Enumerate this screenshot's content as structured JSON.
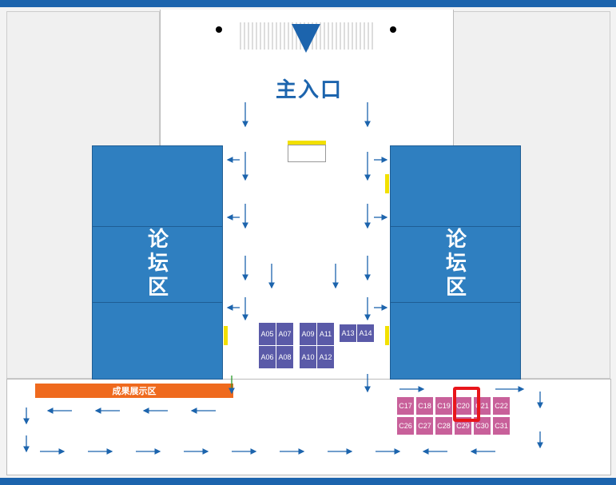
{
  "entrance_label": "主入口",
  "forums": [
    {
      "label": "论坛区"
    },
    {
      "label": "论坛区"
    }
  ],
  "exhibit_area_label": "成果展示区",
  "booths_a": [
    "A05",
    "A06",
    "A07",
    "A08",
    "A09",
    "A10",
    "A11",
    "A12",
    "A13",
    "A14"
  ],
  "booths_c": [
    "C17",
    "C18",
    "C19",
    "C20",
    "C21",
    "C22",
    "C26",
    "C27",
    "C28",
    "C29",
    "C30",
    "C31"
  ],
  "highlighted_booth": "C20",
  "colors": {
    "brand": "#1c64ad",
    "forum": "#2f7fc0",
    "booth_a": "#5a5aa8",
    "booth_c": "#c8609a",
    "highlight": "#e8151b",
    "exhibit": "#ef6a1e"
  }
}
